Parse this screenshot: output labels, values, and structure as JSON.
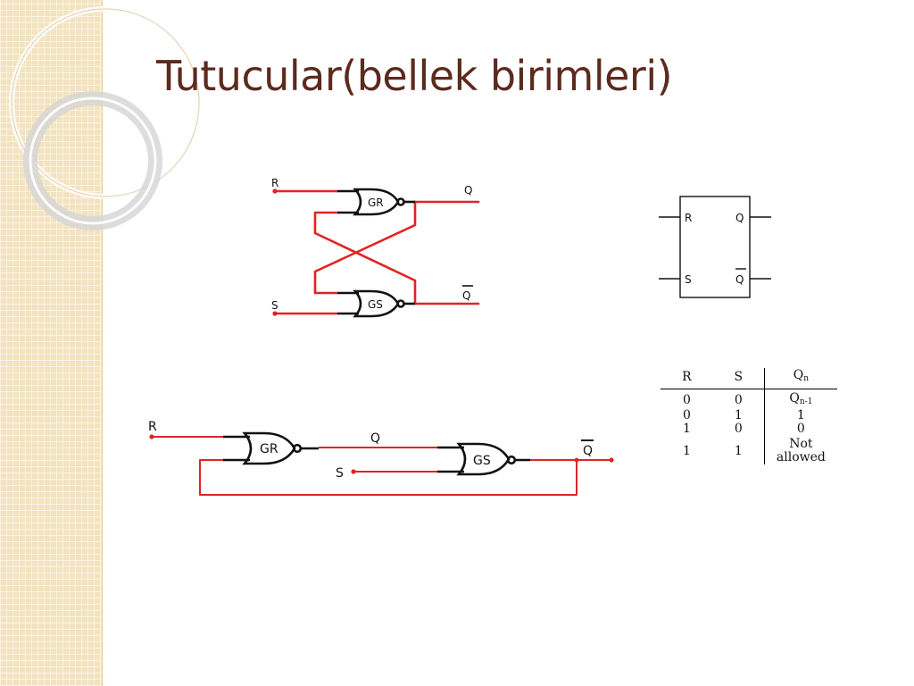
{
  "slide": {
    "title": "Tutucular(bellek birimleri)"
  },
  "colors": {
    "title": "#5c2a1e",
    "wire": "#e02424",
    "gate": "#111111",
    "sidebar": "#f3e3bf"
  },
  "latch_top": {
    "input_r": "R",
    "input_s": "S",
    "gate_r": "GR",
    "gate_s": "GS",
    "output_q": "Q",
    "output_qbar": "Q"
  },
  "latch_bottom": {
    "input_r": "R",
    "input_s": "S",
    "gate_r": "GR",
    "gate_s": "GS",
    "output_q": "Q",
    "output_qbar": "Q"
  },
  "block_symbol": {
    "pin_r": "R",
    "pin_s": "S",
    "pin_q": "Q",
    "pin_qbar": "Q"
  },
  "truth_table": {
    "headers": {
      "r": "R",
      "s": "S",
      "q": "Q",
      "q_sub": "n"
    },
    "rows": [
      {
        "r": "0",
        "s": "0",
        "q": "Q",
        "q_sub": "n-1"
      },
      {
        "r": "0",
        "s": "1",
        "q": "1"
      },
      {
        "r": "1",
        "s": "0",
        "q": "0"
      },
      {
        "r": "1",
        "s": "1",
        "q_line1": "Not",
        "q_line2": "allowed"
      }
    ]
  }
}
